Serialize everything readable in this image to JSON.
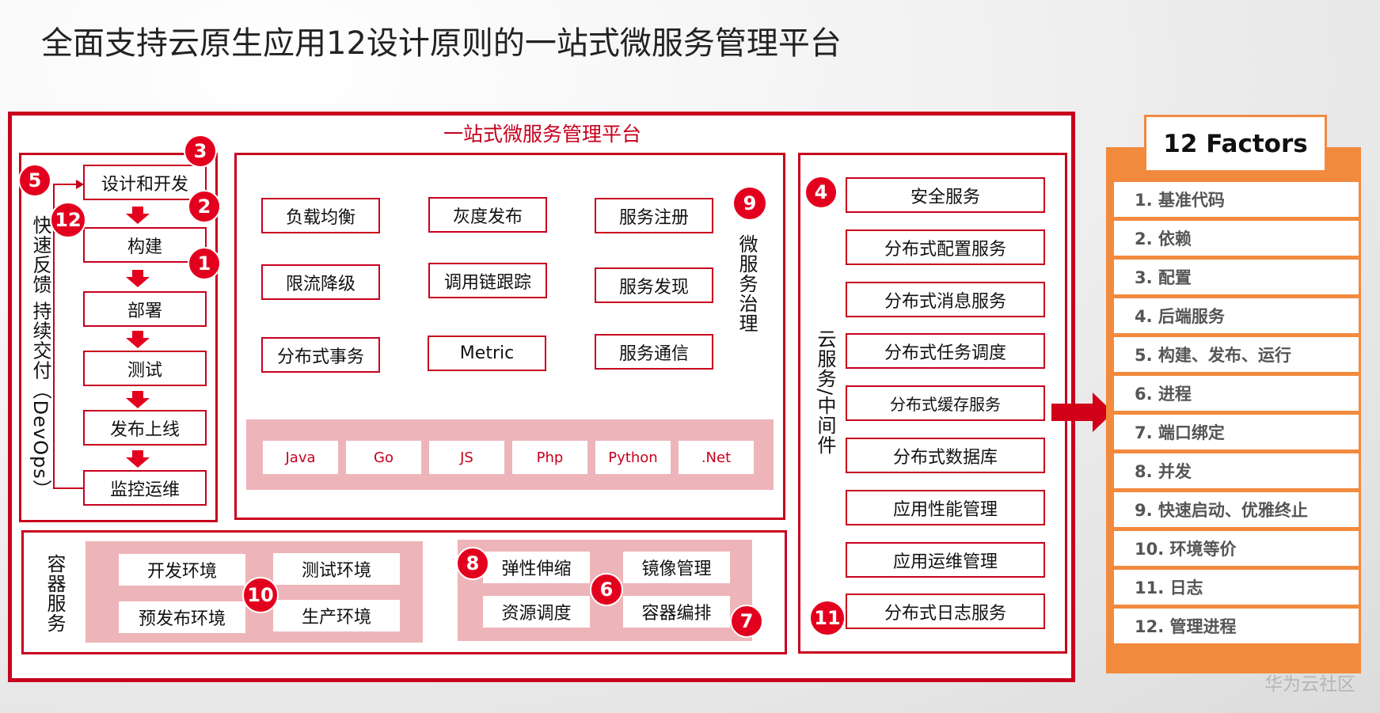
{
  "page_title": "全面支持云原生应用12设计原则的一站式微服务管理平台",
  "platform_title": "一站式微服务管理平台",
  "devops": {
    "side_label": "快速反馈 持续交付（DevOps）",
    "steps": [
      "设计和开发",
      "构建",
      "部署",
      "测试",
      "发布上线",
      "监控运维"
    ]
  },
  "governance": {
    "label": "微服务治理",
    "items": [
      "负载均衡",
      "灰度发布",
      "服务注册",
      "限流降级",
      "调用链跟踪",
      "服务发现",
      "分布式事务",
      "Metric",
      "服务通信"
    ],
    "languages": [
      "Java",
      "Go",
      "JS",
      "Php",
      "Python",
      ".Net"
    ]
  },
  "middleware": {
    "label": "云服务/中间件",
    "items": [
      "安全服务",
      "分布式配置服务",
      "分布式消息服务",
      "分布式任务调度",
      "分布式缓存服务",
      "分布式数据库",
      "应用性能管理",
      "应用运维管理",
      "分布式日志服务"
    ]
  },
  "container": {
    "label": "容器服务",
    "environments": [
      "开发环境",
      "测试环境",
      "预发布环境",
      "生产环境"
    ],
    "capabilities": [
      "弹性伸缩",
      "镜像管理",
      "资源调度",
      "容器编排"
    ]
  },
  "badges": {
    "b1": "1",
    "b2": "2",
    "b3": "3",
    "b4": "4",
    "b5": "5",
    "b6": "6",
    "b7": "7",
    "b8": "8",
    "b9": "9",
    "b10": "10",
    "b11": "11",
    "b12": "12"
  },
  "factors": {
    "title": "12 Factors",
    "items": [
      "1. 基准代码",
      "2. 依赖",
      "3. 配置",
      "4. 后端服务",
      "5. 构建、发布、运行",
      "6. 进程",
      "7. 端口绑定",
      "8. 并发",
      "9. 快速启动、优雅终止",
      "10. 环境等价",
      "11. 日志",
      "12. 管理进程"
    ]
  },
  "watermark": "华为云社区",
  "colors": {
    "accent": "#c8001e",
    "badge": "#e3001e",
    "pink": "#edb5b9",
    "factors": "#f28a3e"
  }
}
